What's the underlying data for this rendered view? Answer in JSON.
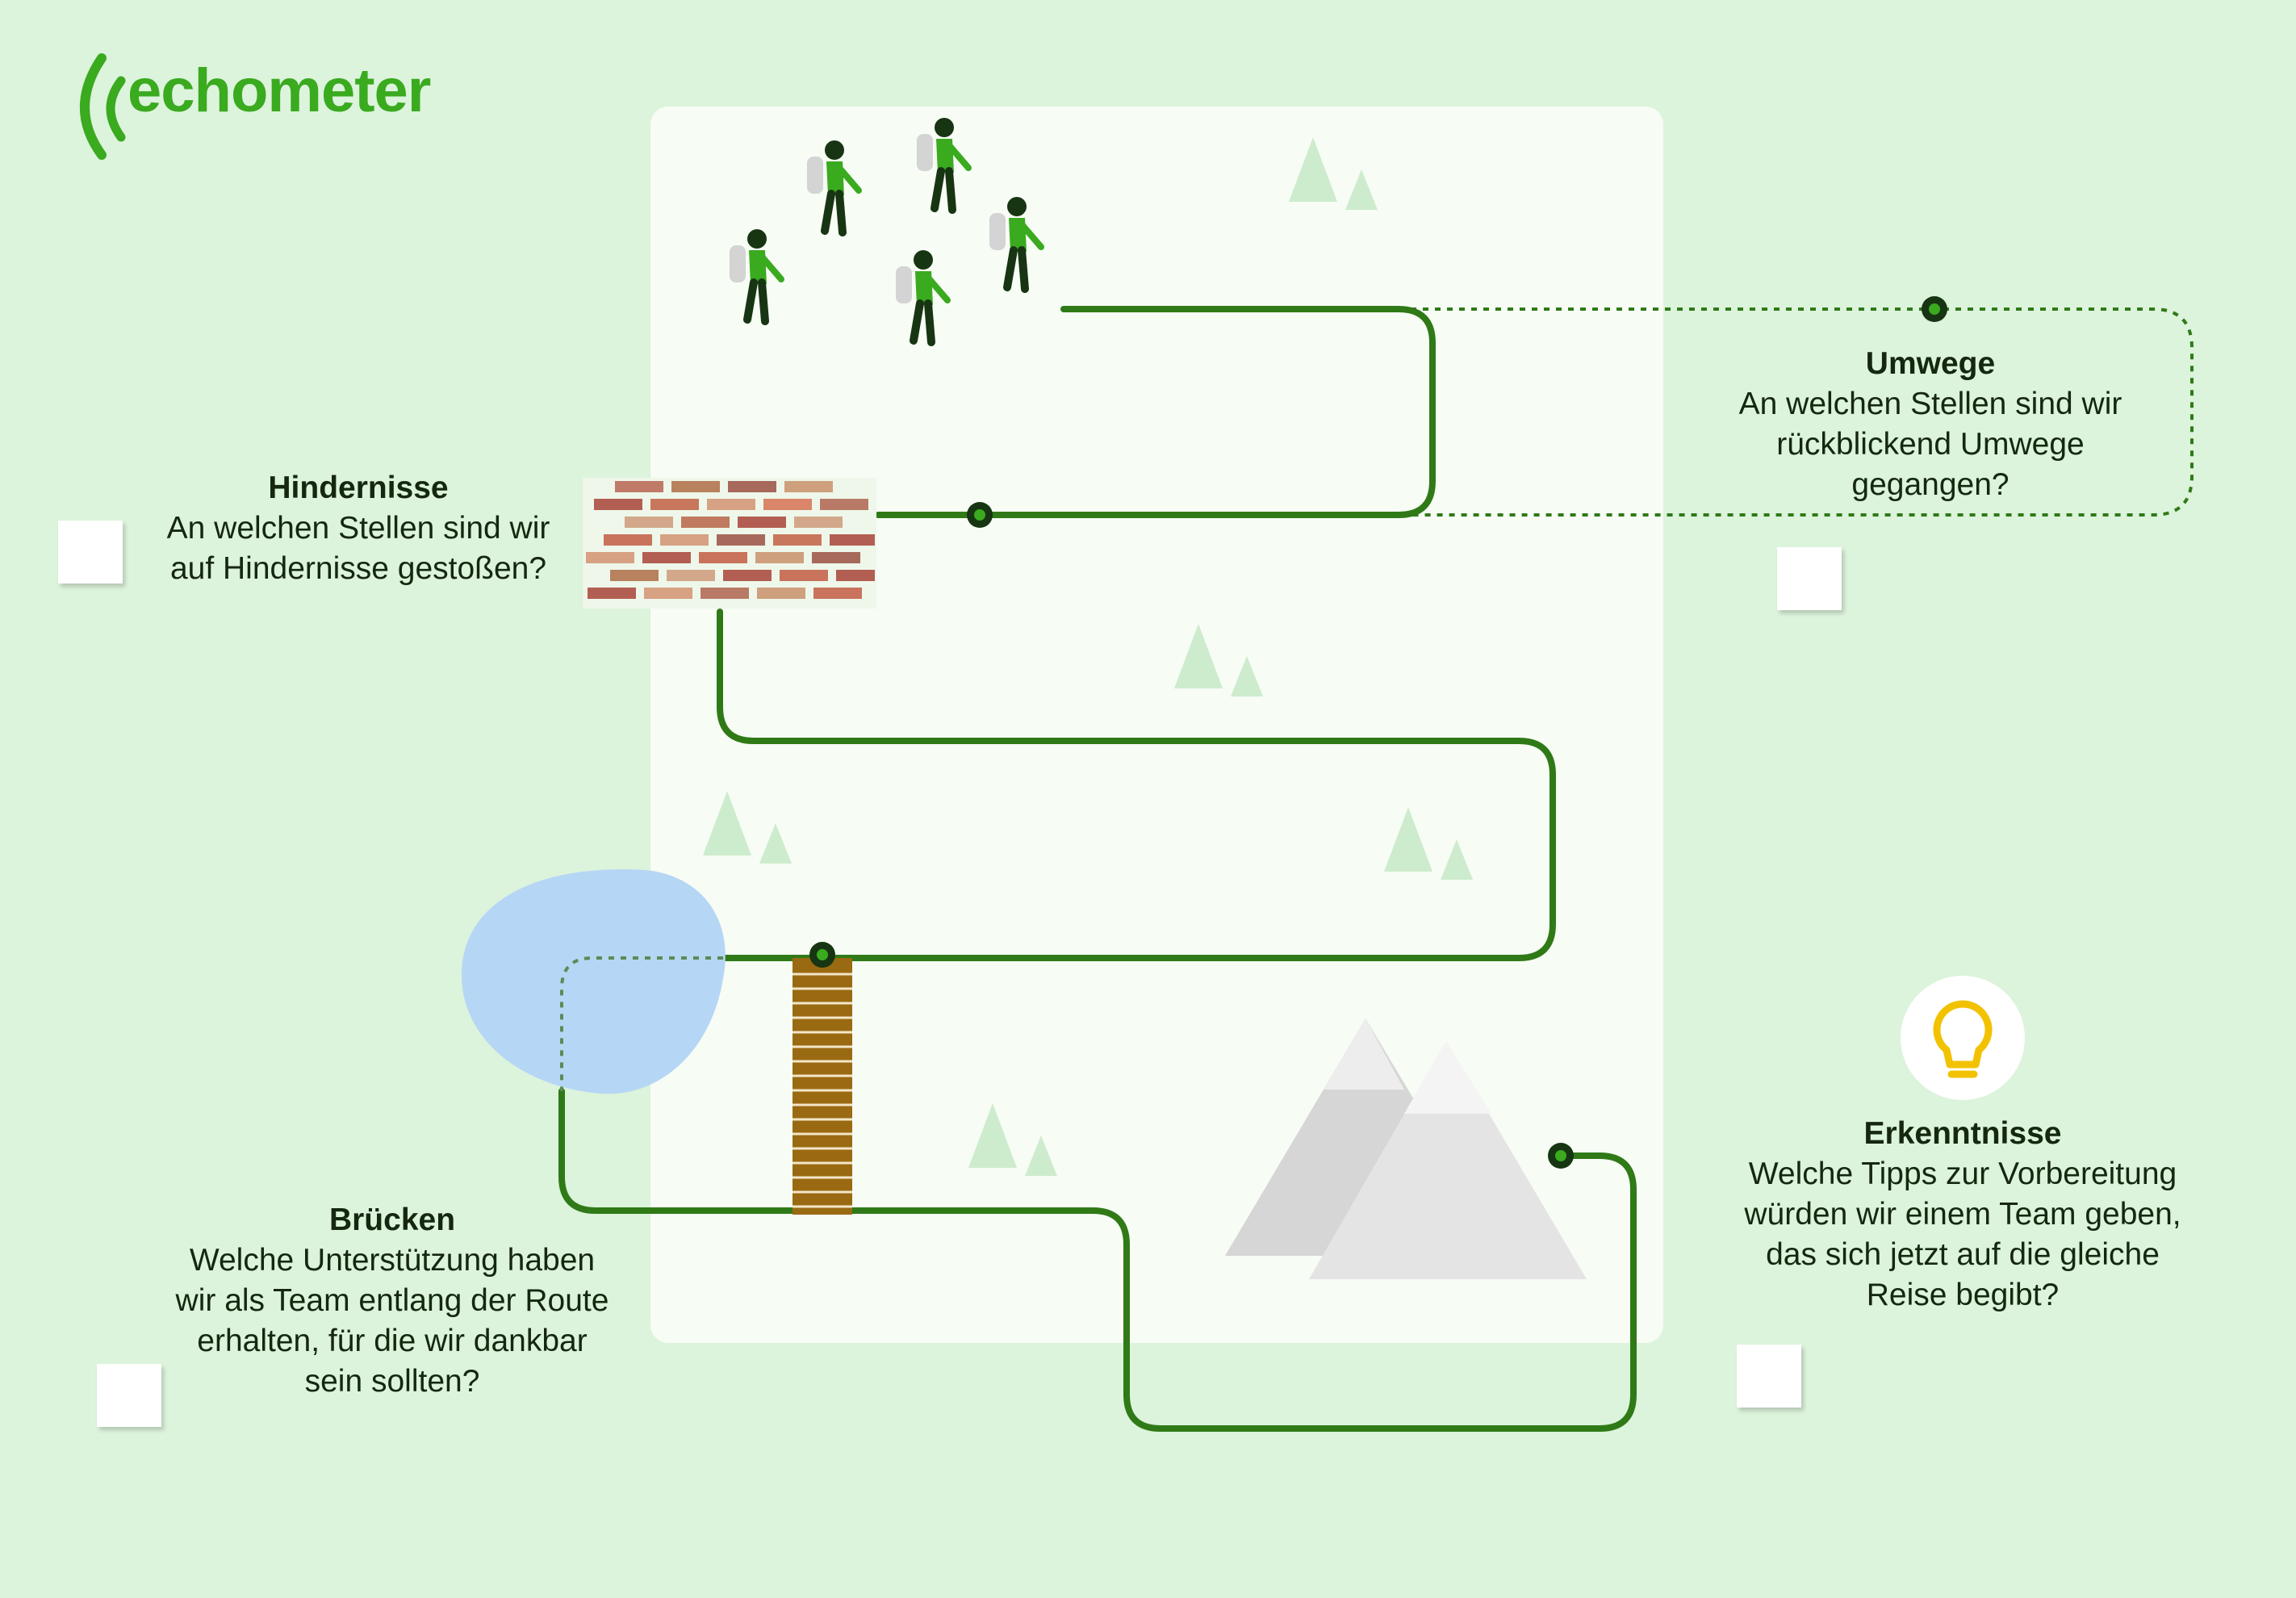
{
  "brand": {
    "name": "echometer",
    "color": "#3aaa1f"
  },
  "colors": {
    "background": "#dcf3dc",
    "board": "#f7fcf5",
    "path": "#2f7a17",
    "lake": "#b6d6f5",
    "bridge": "#9a6a12",
    "bulb": "#f2c200"
  },
  "sections": {
    "hindernisse": {
      "title": "Hindernisse",
      "lines": [
        "An welchen Stellen sind wir",
        "auf Hindernisse gestoßen?"
      ]
    },
    "umwege": {
      "title": "Umwege",
      "lines": [
        "An welchen Stellen sind wir",
        "rückblickend Umwege",
        "gegangen?"
      ]
    },
    "bruecken": {
      "title": "Brücken",
      "lines": [
        "Welche Unterstützung haben",
        "wir als Team entlang der Route",
        "erhalten, für die wir dankbar",
        "sein sollten?"
      ]
    },
    "erkenntnisse": {
      "title": "Erkenntnisse",
      "lines": [
        "Welche Tipps zur Vorbereitung",
        "würden wir einem Team geben,",
        "das sich jetzt auf die gleiche",
        "Reise begibt?"
      ]
    }
  },
  "icons": [
    "logo-signal-icon",
    "hiker-icon",
    "brick-wall-icon",
    "lake-icon",
    "bridge-icon",
    "mountain-icon",
    "tree-icon",
    "lightbulb-icon",
    "sticky-note-icon"
  ]
}
